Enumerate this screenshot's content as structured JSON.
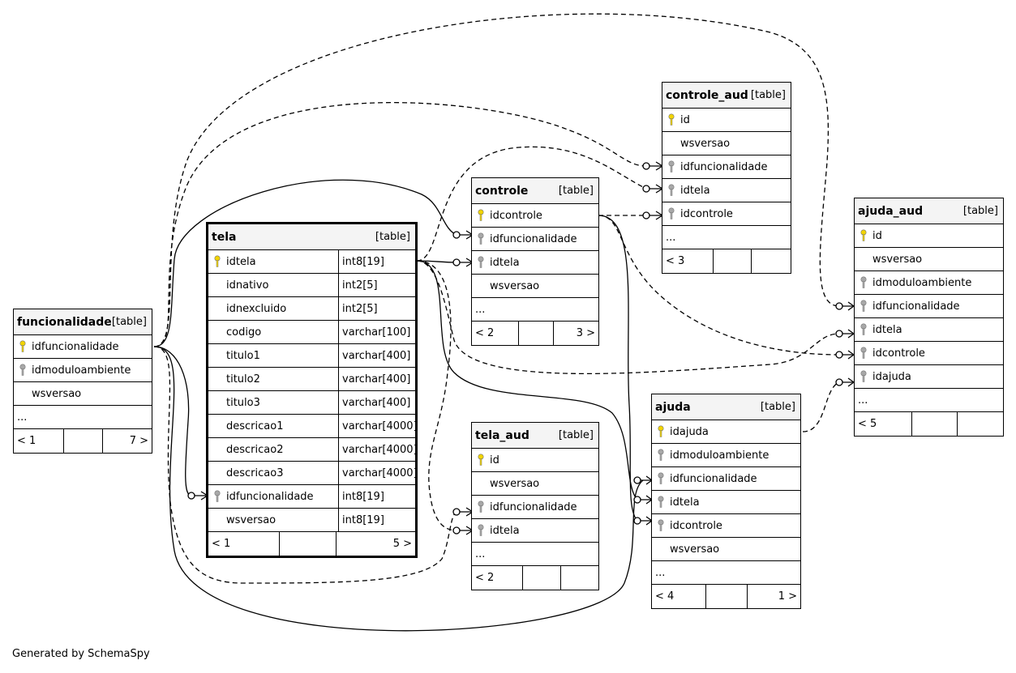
{
  "colors": {
    "primary_key": "#f2d400",
    "foreign_key": "#a8a8a8",
    "header_bg": "#f4f4f4",
    "line": "#000000"
  },
  "footer": {
    "text": "Generated by SchemaSpy"
  },
  "tables": {
    "funcionalidade": {
      "name": "funcionalidade",
      "type": "[table]",
      "rows": [
        {
          "label": "idfuncionalidade",
          "icon": "primary-key-icon"
        },
        {
          "label": "idmoduloambiente",
          "icon": "foreign-key-icon"
        },
        {
          "label": "wsversao",
          "icon": ""
        },
        {
          "label": "...",
          "icon": ""
        }
      ],
      "footer": {
        "left": "< 1",
        "mid": "",
        "right": "7 >"
      }
    },
    "tela": {
      "name": "tela",
      "type": "[table]",
      "rows": [
        {
          "label": "idtela",
          "dtype": "int8[19]",
          "icon": "primary-key-icon"
        },
        {
          "label": "idnativo",
          "dtype": "int2[5]",
          "icon": ""
        },
        {
          "label": "idnexcluido",
          "dtype": "int2[5]",
          "icon": ""
        },
        {
          "label": "codigo",
          "dtype": "varchar[100]",
          "icon": ""
        },
        {
          "label": "titulo1",
          "dtype": "varchar[400]",
          "icon": ""
        },
        {
          "label": "titulo2",
          "dtype": "varchar[400]",
          "icon": ""
        },
        {
          "label": "titulo3",
          "dtype": "varchar[400]",
          "icon": ""
        },
        {
          "label": "descricao1",
          "dtype": "varchar[4000]",
          "icon": ""
        },
        {
          "label": "descricao2",
          "dtype": "varchar[4000]",
          "icon": ""
        },
        {
          "label": "descricao3",
          "dtype": "varchar[4000]",
          "icon": ""
        },
        {
          "label": "idfuncionalidade",
          "dtype": "int8[19]",
          "icon": "foreign-key-icon"
        },
        {
          "label": "wsversao",
          "dtype": "int8[19]",
          "icon": ""
        }
      ],
      "footer": {
        "left": "< 1",
        "mid": "",
        "right": "5 >"
      }
    },
    "controle": {
      "name": "controle",
      "type": "[table]",
      "rows": [
        {
          "label": "idcontrole",
          "icon": "primary-key-icon"
        },
        {
          "label": "idfuncionalidade",
          "icon": "foreign-key-icon"
        },
        {
          "label": "idtela",
          "icon": "foreign-key-icon"
        },
        {
          "label": "wsversao",
          "icon": ""
        },
        {
          "label": "...",
          "icon": ""
        }
      ],
      "footer": {
        "left": "< 2",
        "mid": "",
        "right": "3 >"
      }
    },
    "controle_aud": {
      "name": "controle_aud",
      "type": "[table]",
      "rows": [
        {
          "label": "id",
          "icon": "primary-key-icon"
        },
        {
          "label": "wsversao",
          "icon": ""
        },
        {
          "label": "idfuncionalidade",
          "icon": "foreign-key-icon"
        },
        {
          "label": "idtela",
          "icon": "foreign-key-icon"
        },
        {
          "label": "idcontrole",
          "icon": "foreign-key-icon"
        },
        {
          "label": "...",
          "icon": ""
        }
      ],
      "footer": {
        "left": "< 3",
        "mid": "",
        "right": ""
      }
    },
    "ajuda_aud": {
      "name": "ajuda_aud",
      "type": "[table]",
      "rows": [
        {
          "label": "id",
          "icon": "primary-key-icon"
        },
        {
          "label": "wsversao",
          "icon": ""
        },
        {
          "label": "idmoduloambiente",
          "icon": "foreign-key-icon"
        },
        {
          "label": "idfuncionalidade",
          "icon": "foreign-key-icon"
        },
        {
          "label": "idtela",
          "icon": "foreign-key-icon"
        },
        {
          "label": "idcontrole",
          "icon": "foreign-key-icon"
        },
        {
          "label": "idajuda",
          "icon": "foreign-key-icon"
        },
        {
          "label": "...",
          "icon": ""
        }
      ],
      "footer": {
        "left": "< 5",
        "mid": "",
        "right": ""
      }
    },
    "ajuda": {
      "name": "ajuda",
      "type": "[table]",
      "rows": [
        {
          "label": "idajuda",
          "icon": "primary-key-icon"
        },
        {
          "label": "idmoduloambiente",
          "icon": "foreign-key-icon"
        },
        {
          "label": "idfuncionalidade",
          "icon": "foreign-key-icon"
        },
        {
          "label": "idtela",
          "icon": "foreign-key-icon"
        },
        {
          "label": "idcontrole",
          "icon": "foreign-key-icon"
        },
        {
          "label": "wsversao",
          "icon": ""
        },
        {
          "label": "...",
          "icon": ""
        }
      ],
      "footer": {
        "left": "< 4",
        "mid": "",
        "right": "1 >"
      }
    },
    "tela_aud": {
      "name": "tela_aud",
      "type": "[table]",
      "rows": [
        {
          "label": "id",
          "icon": "primary-key-icon"
        },
        {
          "label": "wsversao",
          "icon": ""
        },
        {
          "label": "idfuncionalidade",
          "icon": "foreign-key-icon"
        },
        {
          "label": "idtela",
          "icon": "foreign-key-icon"
        },
        {
          "label": "...",
          "icon": ""
        }
      ],
      "footer": {
        "left": "< 2",
        "mid": "",
        "right": ""
      }
    }
  }
}
